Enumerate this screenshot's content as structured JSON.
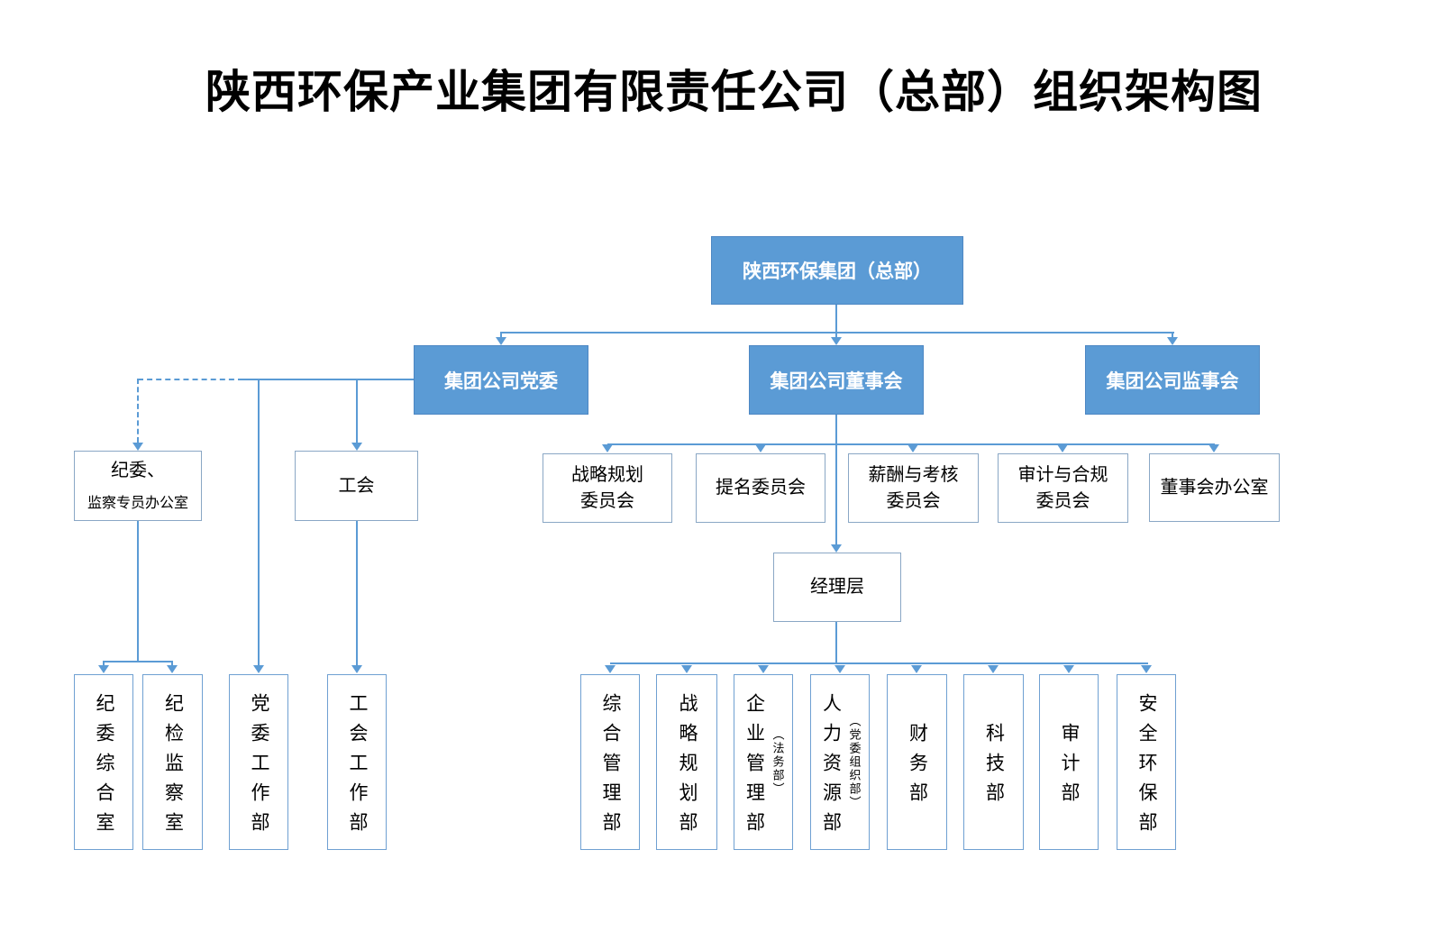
{
  "title": "陕西环保产业集团有限责任公司（总部）组织架构图",
  "colors": {
    "accent_blue": "#5B9BD5",
    "node_text": "#FFFFFF",
    "line": "#5B9BD5",
    "white_box_border": "#8AA7C5",
    "background": "#FFFFFF",
    "text": "#000000"
  },
  "nodes": {
    "hq": {
      "label": "陕西环保集团（总部）"
    },
    "party": {
      "label": "集团公司党委"
    },
    "board": {
      "label": "集团公司董事会"
    },
    "supervisory": {
      "label": "集团公司监事会"
    },
    "discipline_office": {
      "line1": "纪委、",
      "line2": "监察专员办公室"
    },
    "union": {
      "label": "工会"
    },
    "committees": [
      {
        "line1": "战略规划",
        "line2": "委员会"
      },
      {
        "line1": "提名委员会",
        "line2": ""
      },
      {
        "line1": "薪酬与考核",
        "line2": "委员会"
      },
      {
        "line1": "审计与合规",
        "line2": "委员会"
      },
      {
        "line1": "董事会办公室",
        "line2": ""
      }
    ],
    "management": {
      "label": "经理层"
    },
    "left_departments": [
      "纪委综合室",
      "纪检监察室",
      "党委工作部",
      "工会工作部"
    ],
    "departments": [
      {
        "label": "综合管理部",
        "sub": ""
      },
      {
        "label": "战略规划部",
        "sub": ""
      },
      {
        "label": "企业管理部",
        "sub": "（法务部）"
      },
      {
        "label": "人力资源部",
        "sub": "（党委组织部）"
      },
      {
        "label": "财务部",
        "sub": ""
      },
      {
        "label": "科技部",
        "sub": ""
      },
      {
        "label": "审计部",
        "sub": ""
      },
      {
        "label": "安全环保部",
        "sub": ""
      }
    ]
  }
}
